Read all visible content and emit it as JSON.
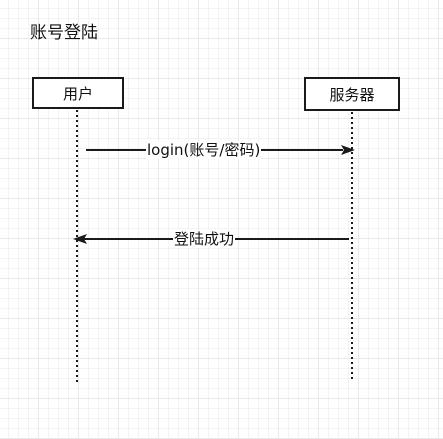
{
  "diagram": {
    "title": "账号登陆",
    "participants": [
      {
        "id": "user",
        "label": "用户"
      },
      {
        "id": "server",
        "label": "服务器"
      }
    ],
    "messages": [
      {
        "from": "user",
        "to": "server",
        "label": "login(账号/密码)"
      },
      {
        "from": "server",
        "to": "user",
        "label": "登陆成功"
      }
    ]
  }
}
